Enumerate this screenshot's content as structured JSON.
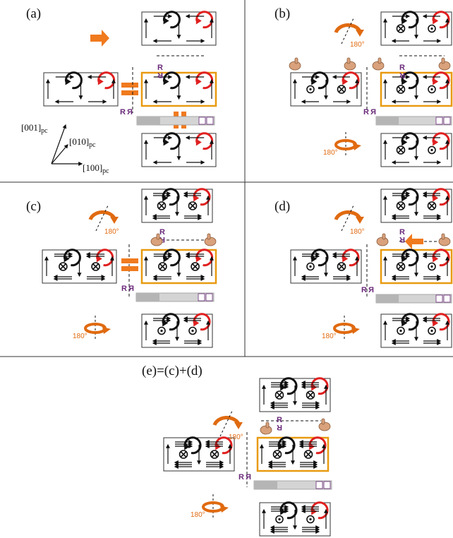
{
  "panels": {
    "a": "(a)",
    "b": "(b)",
    "c": "(c)",
    "d": "(d)",
    "e": "(e)=(c)+(d)"
  },
  "axes": {
    "z": "[001]",
    "y": "[010]",
    "x": "[100]",
    "sub": "pc"
  },
  "rotation_label": "180°",
  "mirror_letter": "R",
  "colors": {
    "orange": "#f07a1e",
    "rotation_orange": "#e06a10",
    "frame_orange": "#e89a10",
    "red_vortex": "#e02020",
    "black_vortex": "#111111",
    "purple_letter": "#6a2a7a",
    "hand": "#d9a27c",
    "bar_gray": "#c8c8c8"
  },
  "icons": [
    "arrow-right-icon",
    "equals-icon",
    "parallel-icon",
    "hand-icon",
    "rotation-arrow-icon",
    "mirror-plane-icon"
  ]
}
